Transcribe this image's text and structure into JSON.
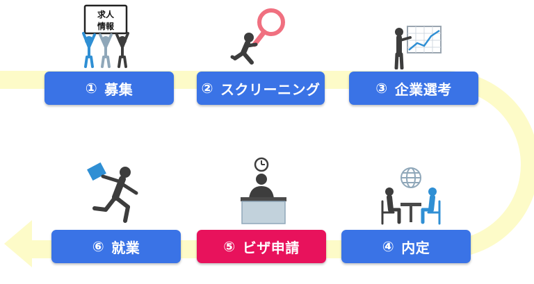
{
  "colors": {
    "band": "#fdfbc8",
    "step_blue": "#3a73e6",
    "step_active": "#e8125c",
    "figure": "#4a4a4a",
    "figure_blue": "#2f8fd4",
    "figure_gray": "#8fa7b9",
    "loupe": "#f07080"
  },
  "steps": [
    {
      "num": "①",
      "label": "募集",
      "state": "normal"
    },
    {
      "num": "②",
      "label": "スクリーニング",
      "state": "normal"
    },
    {
      "num": "③",
      "label": "企業選考",
      "state": "normal"
    },
    {
      "num": "④",
      "label": "内定",
      "state": "normal"
    },
    {
      "num": "⑤",
      "label": "ビザ申請",
      "state": "active"
    },
    {
      "num": "⑥",
      "label": "就業",
      "state": "normal"
    }
  ],
  "sign": {
    "line1": "求人",
    "line2": "情報"
  },
  "icons": [
    "people-holding-sign-icon",
    "person-with-magnifier-icon",
    "presenter-chart-icon",
    "meeting-globe-icon",
    "officer-desk-clock-icon",
    "running-person-icon"
  ]
}
